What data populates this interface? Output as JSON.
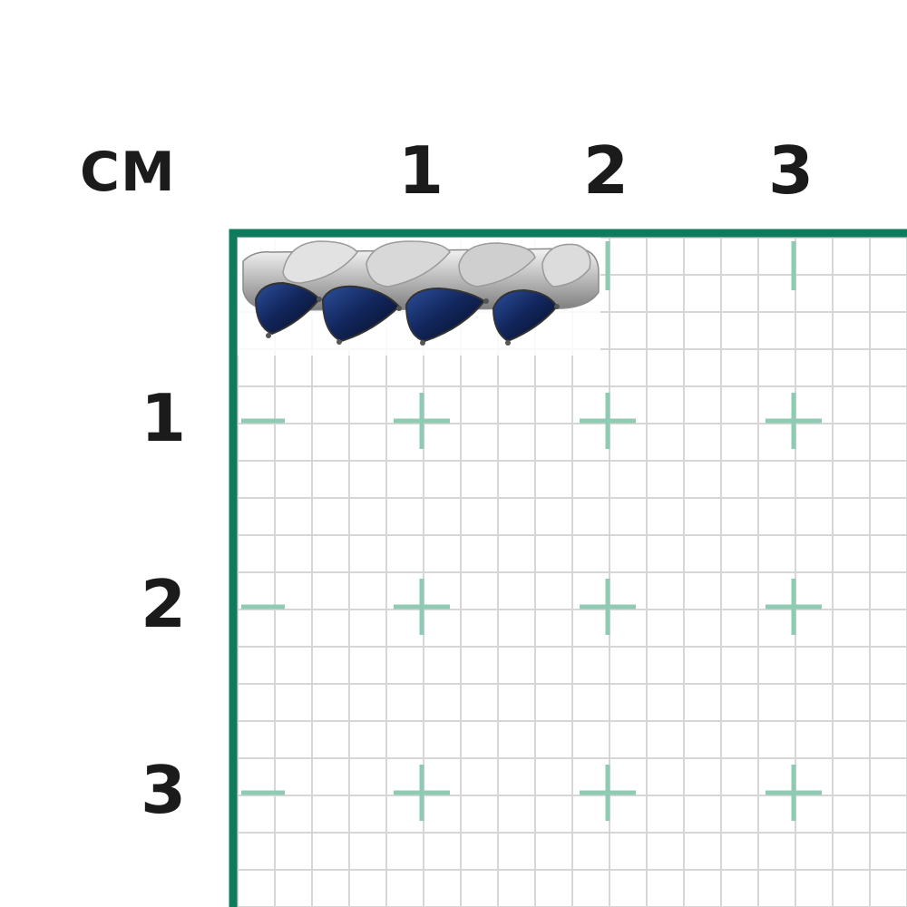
{
  "unit_label": "CM",
  "ruler": {
    "x_labels": [
      "1",
      "2",
      "3"
    ],
    "y_labels": [
      "1",
      "2",
      "3"
    ]
  },
  "colors": {
    "frame": "#0f7a5c",
    "cross": "#8fcbb3",
    "grid": "#d6d6d6",
    "sapphire": "#12275e",
    "metal": "#bdbdbd"
  },
  "product": {
    "item": "silver ring",
    "stones": 4,
    "stone_shape": "pear"
  }
}
